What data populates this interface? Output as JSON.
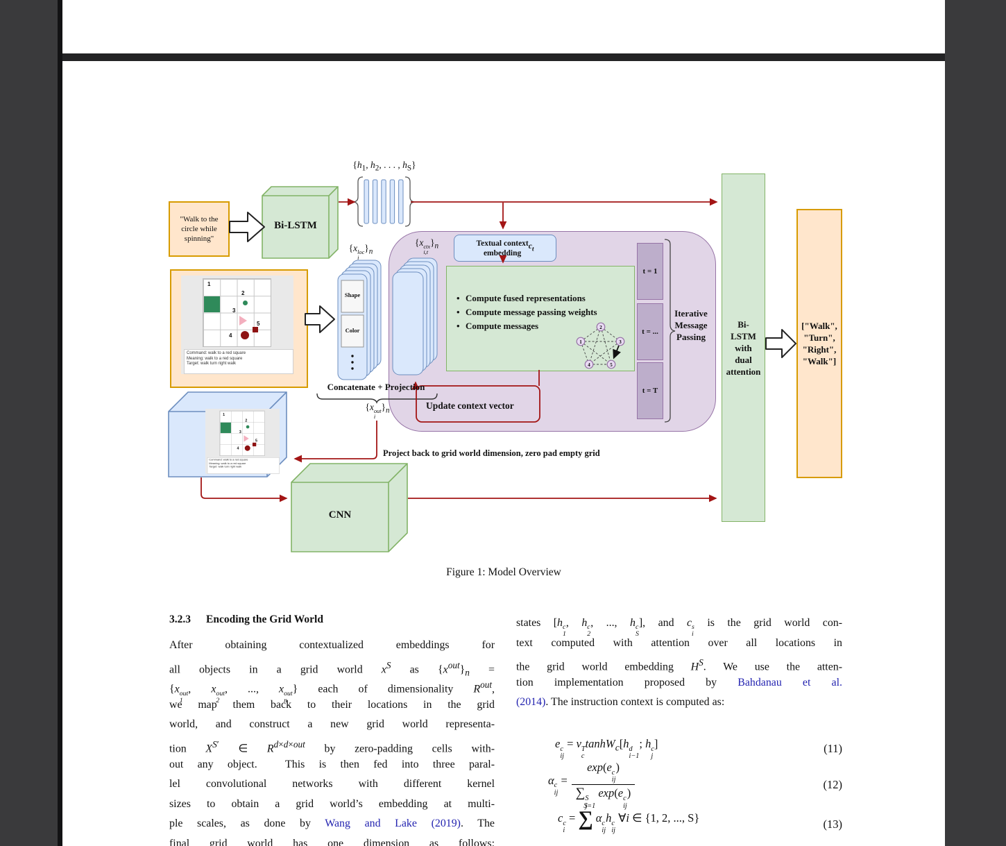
{
  "viewer": {
    "background": "#3a3a3c",
    "page_gap_color": "#232325",
    "page_color": "#ffffff"
  },
  "figure": {
    "caption": "Figure 1: Model Overview",
    "instruction_lines": [
      "\"Walk to the",
      "circle while",
      "spinning\""
    ],
    "bi_lstm_label": "Bi-LSTM",
    "cnn_label": "CNN",
    "h_set_html": "{<i>h</i><sub>1</sub>, <i>h</i><sub>2</sub>, . . . , <i>h</i><sub>S</sub>}",
    "x_loc_html": "{<i>x</i><span class='ss'><span>loc</span><span>i</span></span>}<sub><i>n</i></sub>",
    "x_ctx_html": "{<i>x</i><span class='ss'><span>ctx</span><span>i,t</span></span>}<sub><i>n</i></sub>",
    "x_out_html": "{<i>x</i><span class='ss'><span>out</span><span>i</span></span>}<sub><i>n</i></sub>",
    "textual_context_html": "Textual context<br>embedding <i>c<sub>t</sub></i>",
    "compute_items": [
      "Compute fused representations",
      "Compute message passing weights",
      "Compute messages"
    ],
    "graph_nodes": [
      "1",
      "2",
      "3",
      "4",
      "5"
    ],
    "t_labels": [
      "t = 1",
      "t = ...",
      "t = T"
    ],
    "iterative_lines": [
      "Iterative",
      "Message",
      "Passing"
    ],
    "dual_lines": [
      "Bi-",
      "LSTM",
      "with",
      "dual",
      "attention"
    ],
    "output_lines": [
      "[\"Walk\",",
      "\"Turn\",",
      "\"Right\",",
      "\"Walk\"]"
    ],
    "concat_label": "Concatenate + Projection",
    "update_label": "Update context vector",
    "project_label": "Project back to grid world dimension, zero pad empty grid",
    "shape_label": "Shape",
    "color_label": "Color",
    "grid": {
      "labels": [
        "1",
        "2",
        "3",
        "4",
        "5"
      ],
      "command": "Command: walk to a red square",
      "meaning": "Meaning:  walk to a red square",
      "target": "Target: walk turn right walk"
    },
    "colors": {
      "orange_fill": "#ffe6cc",
      "orange_border": "#d79b00",
      "green_fill": "#d5e8d4",
      "green_border": "#82b366",
      "blue_fill": "#dae8fc",
      "blue_border": "#6c8ebf",
      "purple_fill": "#e1d5e7",
      "purple_border": "#9673a6",
      "tbox_fill": "#bdaecb",
      "arrow_red": "#a31515",
      "grid_green": "#2f8a5a",
      "grid_dark_red": "#8e1212",
      "grid_pink": "#f3afbe",
      "cite_blue": "#2323b0"
    }
  },
  "paper": {
    "section_number": "3.2.3",
    "section_title": "Encoding the Grid World",
    "left_column_lines": [
      "After obtaining contextualized embeddings for",
      "all objects in a grid world <i>x</i><sup><i>S</i></sup> as {<i>x</i><sup><i>out</i></sup>}<sub><i>n</i></sub> =",
      "{<i>x</i><span class='ss'><span>out</span><span>1</span></span>, <i>x</i><span class='ss'><span>out</span><span>2</span></span>, ..., <i>x</i><span class='ss'><span>out</span><span>n</span></span>} each of dimensionality <i>R</i><sup><i>out</i></sup>,",
      "we map them back to their locations in the grid",
      "world, and construct a new grid world representa-",
      "tion <i>X</i><sup><i>S</i>&#8242;</sup> &#8712; <i>R</i><sup><i>d</i>&#215;<i>d</i>&#215;<i>out</i></sup> by zero-padding cells with-",
      "out any object.&nbsp; This is then fed into three paral-",
      "lel convolutional networks with different kernel",
      "sizes to obtain a grid world&#8217;s embedding at multi-",
      "ple scales, as done by <span class='cite'>Wang and Lake</span> <span class='cite'>(2019)</span>. The",
      "final grid world has one dimension as follows:"
    ],
    "right_column_lines": [
      "states [<i>h</i><span class='ss'><span>c</span><span>1</span></span>, <i>h</i><span class='ss'><span>c</span><span>2</span></span>, ..., <i>h</i><span class='ss'><span>c</span><span>S</span></span>], and <i>c</i><span class='ss'><span>s</span><span>i</span></span> is the grid world con-",
      "text computed with attention over all locations in",
      "the grid world embedding <i>H</i><sup><i>S</i></sup>. We use the atten-",
      "tion implementation proposed by <span class='cite'>Bahdanau et al.</span>",
      "<span class='cite'>(2014)</span>. The instruction context is computed as:"
    ],
    "equations": {
      "eq11_html": "<i>e</i><span class='ss'><span>c</span><span>ij</span></span> = <i>v</i><span class='ss'><span>T</span><span>c</span></span><i>tanhW</i><sub><i>c</i></sub>[<i>h</i><span class='ss'><span>d</span><span>i&#8722;1</span></span>; <i>h</i><span class='ss'><span>c</span><span>j</span></span>]",
      "eq11_number": "(11)",
      "eq12_lhs_html": "<i>&#945;</i><span class='ss'><span>c</span><span>ij</span></span> =",
      "eq12_num_html": "<i>exp</i>(<i>e</i><span class='ss'><span>c</span><span>ij</span></span>)",
      "eq12_den_html": "<span class='sumsym'>&#8721;</span><span class='ss'><span>S</span><span>j=1</span></span> <i>exp</i>(<i>e</i><span class='ss'><span>c</span><span>ij</span></span>)",
      "eq12_number": "(12)",
      "eq13_lhs_html": "<i>c</i><span class='ss'><span>c</span><span>i</span></span> =",
      "eq13_sum_top": "S",
      "eq13_sigma": "&#8721;",
      "eq13_rhs_html": "<i>&#945;</i><span class='ss'><span>c</span><span>ij</span></span><i>h</i><span class='ss'><span>c</span><span>ij</span></span> &#8704;<i>i</i> &#8712; {1, 2, ..., S}",
      "eq13_number": "(13)"
    }
  }
}
